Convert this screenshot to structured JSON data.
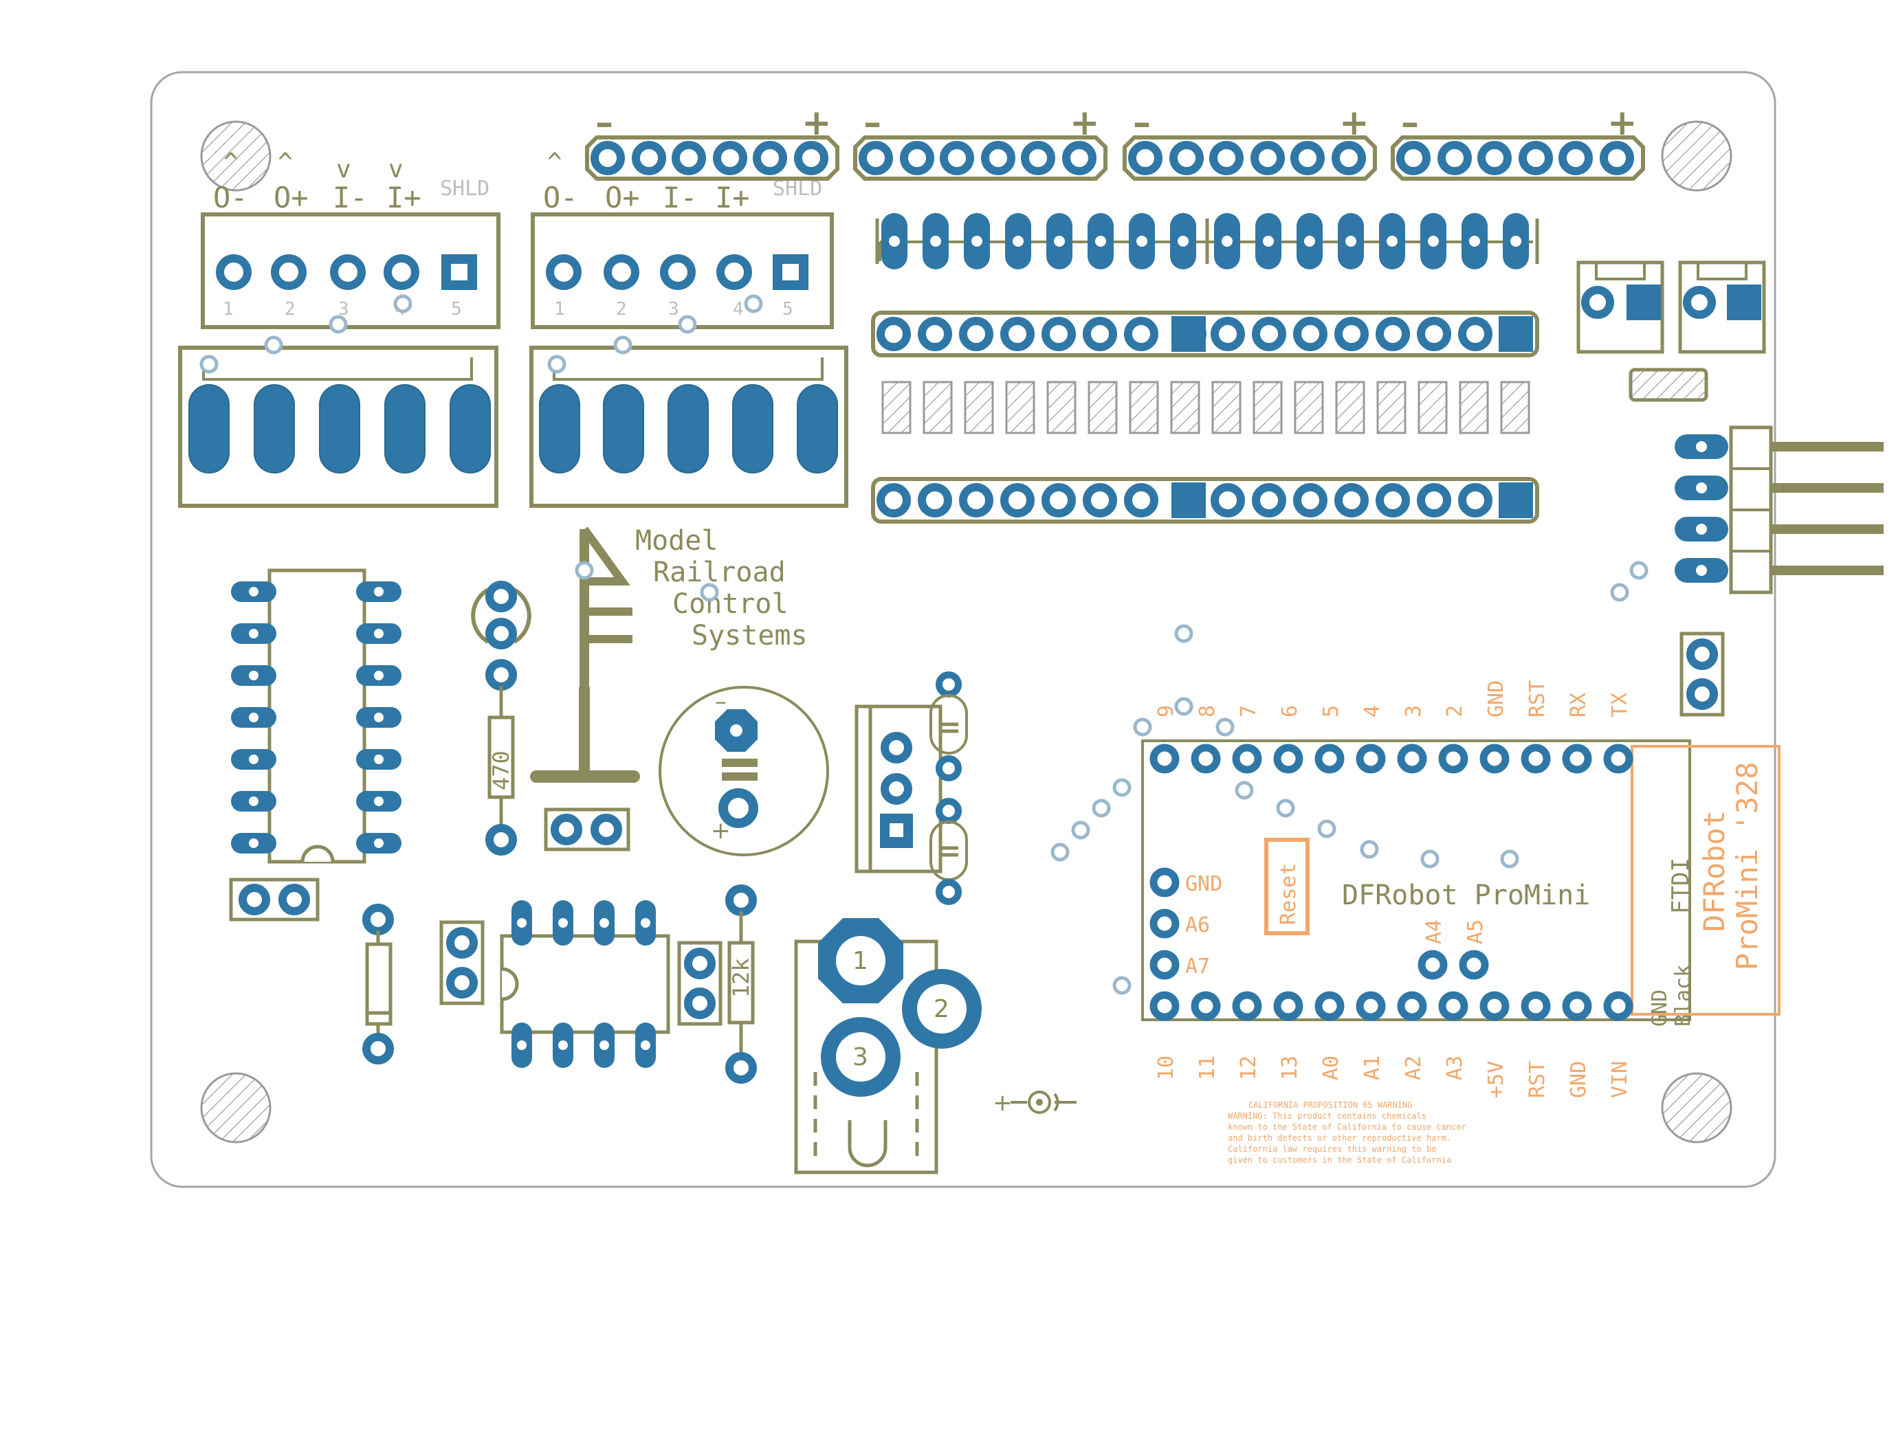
{
  "colors": {
    "silk": "#8b8a5c",
    "copper": "#2f77a6",
    "orange": "#f2a76a",
    "pad_grey": "#c9c9c9",
    "outline": "#a5a5a5"
  },
  "terminals": [
    {
      "marks": [
        "^",
        "^",
        "v",
        "v"
      ],
      "labels": [
        "O-",
        "O+",
        "I-",
        "I+"
      ],
      "shield": "SHLD",
      "pins": [
        "1",
        "2",
        "3",
        "4",
        "5"
      ]
    },
    {
      "marks": [
        "^"
      ],
      "labels": [
        "O-",
        "O+",
        "I-",
        "I+"
      ],
      "shield": "SHLD",
      "pins": [
        "1",
        "2",
        "3",
        "4",
        "5"
      ]
    }
  ],
  "bus_polarity": {
    "minus": "–",
    "plus": "+"
  },
  "logo": {
    "lines": [
      "Model",
      "Railroad",
      "Control",
      "Systems"
    ]
  },
  "resistors": {
    "r1": "470",
    "r2": "12k"
  },
  "regulator_pins": [
    "1",
    "2",
    "3"
  ],
  "capacitor": {
    "minus": "–",
    "plus": "+"
  },
  "led_polarity": "+",
  "promini": {
    "title": "DFRobot ProMini",
    "side_label": [
      "DFRobot",
      "ProMini '328"
    ],
    "ftdi": "FTDI",
    "ftdi_pins": [
      "GND",
      "Black"
    ],
    "top_pins": [
      "9",
      "8",
      "7",
      "6",
      "5",
      "4",
      "3",
      "2",
      "GND",
      "RST",
      "RX",
      "TX"
    ],
    "bottom_pins": [
      "10",
      "11",
      "12",
      "13",
      "A0",
      "A1",
      "A2",
      "A3",
      "+5V",
      "RST",
      "GND",
      "VIN"
    ],
    "left_pins": [
      "GND",
      "A6",
      "A7"
    ],
    "analog_pins": [
      "A4",
      "A5"
    ],
    "reset": "Reset"
  },
  "warning": [
    "CALIFORNIA PROPOSITION 65 WARNING",
    "WARNING: This product contains chemicals",
    "known to the State of California to cause cancer",
    "and birth defects or other reproductive harm.",
    "California law requires this warning to be",
    "given to customers in the State of California"
  ]
}
